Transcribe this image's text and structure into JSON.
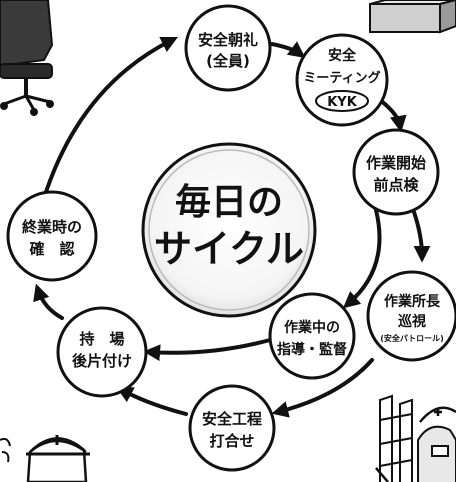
{
  "center": {
    "line1": "毎日の",
    "line2": "サイクル"
  },
  "steps": [
    {
      "line1": "安全朝礼",
      "line2": "(全員)"
    },
    {
      "line1": "安全",
      "line2": "ミーティング",
      "badge": "KYK"
    },
    {
      "line1": "作業開始",
      "line2": "前点検"
    },
    {
      "line1": "作業所長",
      "line2": "巡視",
      "line3": "(安全パトロール)"
    },
    {
      "line1": "安全工程",
      "line2": "打合せ"
    },
    {
      "line1": "作業中の",
      "line2": "指導・監督"
    },
    {
      "line1": "持　場",
      "line2": "後片付け"
    },
    {
      "line1": "終業時の",
      "line2": "確　認"
    }
  ],
  "colors": {
    "ink": "#111111",
    "node_fill": "#ffffff",
    "shade": "#dcdcdc",
    "background": "#ffffff"
  }
}
